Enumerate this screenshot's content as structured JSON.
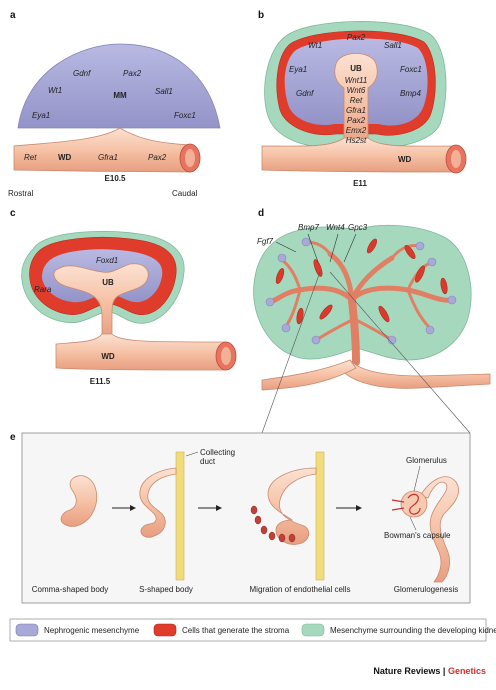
{
  "panels": {
    "a": {
      "letter": "a",
      "stage": "E10.5",
      "mm": "MM",
      "wd": "WD",
      "genes_mm": [
        "Gdnf",
        "Pax2",
        "Wt1",
        "Sall1",
        "Eya1",
        "Foxc1"
      ],
      "genes_wd": [
        "Ret",
        "Gfra1",
        "Pax2"
      ],
      "rostral": "Rostral",
      "caudal": "Caudal"
    },
    "b": {
      "letter": "b",
      "stage": "E11",
      "ub": "UB",
      "wd": "WD",
      "genes_outer": [
        "Pax2",
        "Wt1",
        "Sall1",
        "Eya1",
        "Foxc1",
        "Gdnf",
        "Bmp4"
      ],
      "genes_ub": [
        "Wnt11",
        "Wnt6",
        "Ret",
        "Gfra1",
        "Pax2",
        "Emx2",
        "Hs2st"
      ]
    },
    "c": {
      "letter": "c",
      "stage": "E11.5",
      "ub": "UB",
      "wd": "WD",
      "foxd1": "Foxd1",
      "rara": "Rara"
    },
    "d": {
      "letter": "d",
      "labels": [
        "Bmp7",
        "Wnt4",
        "Gpc3",
        "Fgf7"
      ]
    },
    "e": {
      "letter": "e",
      "collecting_duct": "Collecting duct",
      "glomerulus": "Glomerulus",
      "bowmans_capsule": "Bowman's capsule",
      "captions": [
        "Comma-shaped body",
        "S-shaped body",
        "Migration of endothelial cells",
        "Glomerulogenesis"
      ]
    }
  },
  "legend": [
    {
      "label": "Nephrogenic mesenchyme",
      "color": "#a9a9d8"
    },
    {
      "label": "Cells that generate the stroma",
      "color": "#e03c2c"
    },
    {
      "label": "Mesenchyme surrounding the developing kidney",
      "color": "#a6d8bd"
    }
  ],
  "footer": {
    "journal": "Nature Reviews",
    "separator": "|",
    "section": "Genetics"
  },
  "colors": {
    "wd": "#f6c9b1",
    "wd_stroke": "#c98a70",
    "mm": "#a9a9d8",
    "stroma": "#e03c2c",
    "surround": "#a6d8bd",
    "duct": "#f2dc7a"
  }
}
